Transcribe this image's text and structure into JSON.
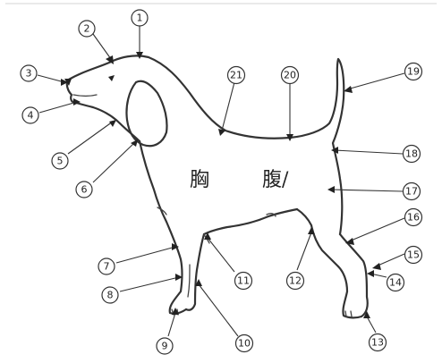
{
  "figure": {
    "body_labels": {
      "chest": "胸",
      "abdomen": "腹/"
    },
    "markers": [
      {
        "id": "m1",
        "label": "1"
      },
      {
        "id": "m2",
        "label": "2"
      },
      {
        "id": "m3",
        "label": "3"
      },
      {
        "id": "m4",
        "label": "4"
      },
      {
        "id": "m5",
        "label": "5"
      },
      {
        "id": "m6",
        "label": "6"
      },
      {
        "id": "m7",
        "label": "7"
      },
      {
        "id": "m8",
        "label": "8"
      },
      {
        "id": "m9",
        "label": "9"
      },
      {
        "id": "m10",
        "label": "10"
      },
      {
        "id": "m11",
        "label": "11"
      },
      {
        "id": "m12",
        "label": "12"
      },
      {
        "id": "m13",
        "label": "13"
      },
      {
        "id": "m14",
        "label": "14"
      },
      {
        "id": "m15",
        "label": "15"
      },
      {
        "id": "m16",
        "label": "16"
      },
      {
        "id": "m17",
        "label": "17"
      },
      {
        "id": "m18",
        "label": "18"
      },
      {
        "id": "m19",
        "label": "19"
      },
      {
        "id": "m20",
        "label": "20"
      },
      {
        "id": "m21",
        "label": "21"
      }
    ]
  }
}
